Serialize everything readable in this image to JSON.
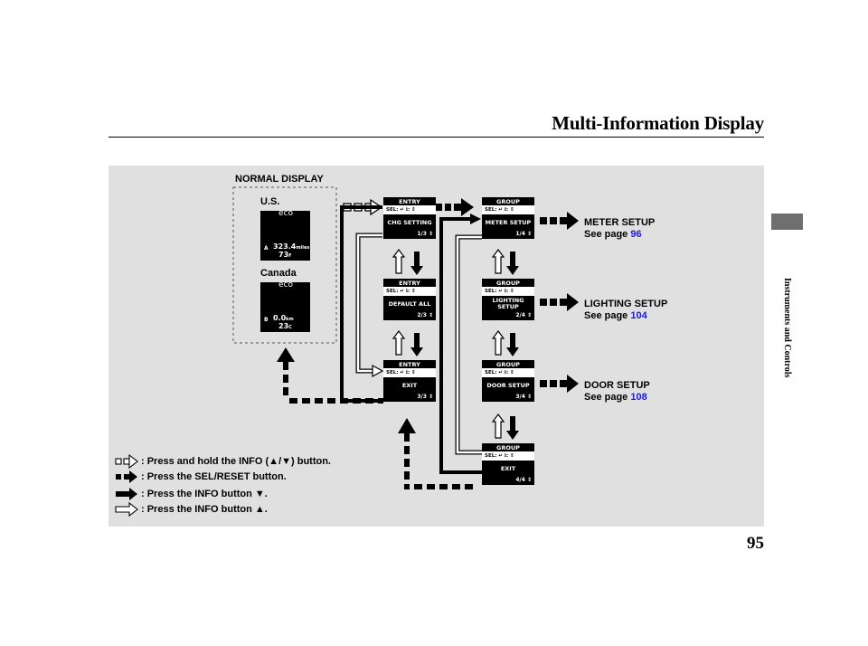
{
  "header": {
    "title": "Multi-Information Display"
  },
  "side_tab": {
    "label": "Instruments and Controls"
  },
  "page_number": "95",
  "diagram": {
    "normal_display_label": "NORMAL DISPLAY",
    "us_label": "U.S.",
    "canada_label": "Canada",
    "us_screen": {
      "eco": "eco",
      "trip_letter": "A",
      "odometer": "323.4",
      "odometer_unit": "miles",
      "temperature": "73",
      "temp_unit": "F"
    },
    "canada_screen": {
      "eco": "eco",
      "trip_letter": "B",
      "odometer": "0.0",
      "odometer_unit": "km",
      "temperature": "23",
      "temp_unit": "C"
    },
    "entry_screens": [
      {
        "header": "ENTRY",
        "sub": "SEL: ↵   ℹ: ⇕",
        "body": "CHG SETTING",
        "counter": "1/3 ⇕"
      },
      {
        "header": "ENTRY",
        "sub": "SEL: ↵   ℹ: ⇕",
        "body": "DEFAULT ALL",
        "counter": "2/3 ⇕"
      },
      {
        "header": "ENTRY",
        "sub": "SEL: ↵   ℹ: ⇕",
        "body": "EXIT",
        "counter": "3/3 ⇕"
      }
    ],
    "group_screens": [
      {
        "header": "GROUP",
        "sub": "SEL: ↵   ℹ: ⇕",
        "body": "METER SETUP",
        "counter": "1/4 ⇕"
      },
      {
        "header": "GROUP",
        "sub": "SEL: ↵   ℹ: ⇕",
        "body": "LIGHTING SETUP",
        "counter": "2/4 ⇕"
      },
      {
        "header": "GROUP",
        "sub": "SEL: ↵   ℹ: ⇕",
        "body": "DOOR SETUP",
        "counter": "3/4 ⇕"
      },
      {
        "header": "GROUP",
        "sub": "SEL: ↵   ℹ: ⇕",
        "body": "EXIT",
        "counter": "4/4 ⇕"
      }
    ],
    "targets": [
      {
        "label": "METER SETUP",
        "see": "See page",
        "page": "96"
      },
      {
        "label": "LIGHTING SETUP",
        "see": "See page",
        "page": "104"
      },
      {
        "label": "DOOR SETUP",
        "see": "See page",
        "page": "108"
      }
    ],
    "legend": [
      {
        "text": ": Press and hold the INFO (▲/▼) button."
      },
      {
        "text": ": Press the SEL/RESET button."
      },
      {
        "text": ": Press the INFO button ▼."
      },
      {
        "text": ": Press the INFO button ▲."
      }
    ]
  }
}
